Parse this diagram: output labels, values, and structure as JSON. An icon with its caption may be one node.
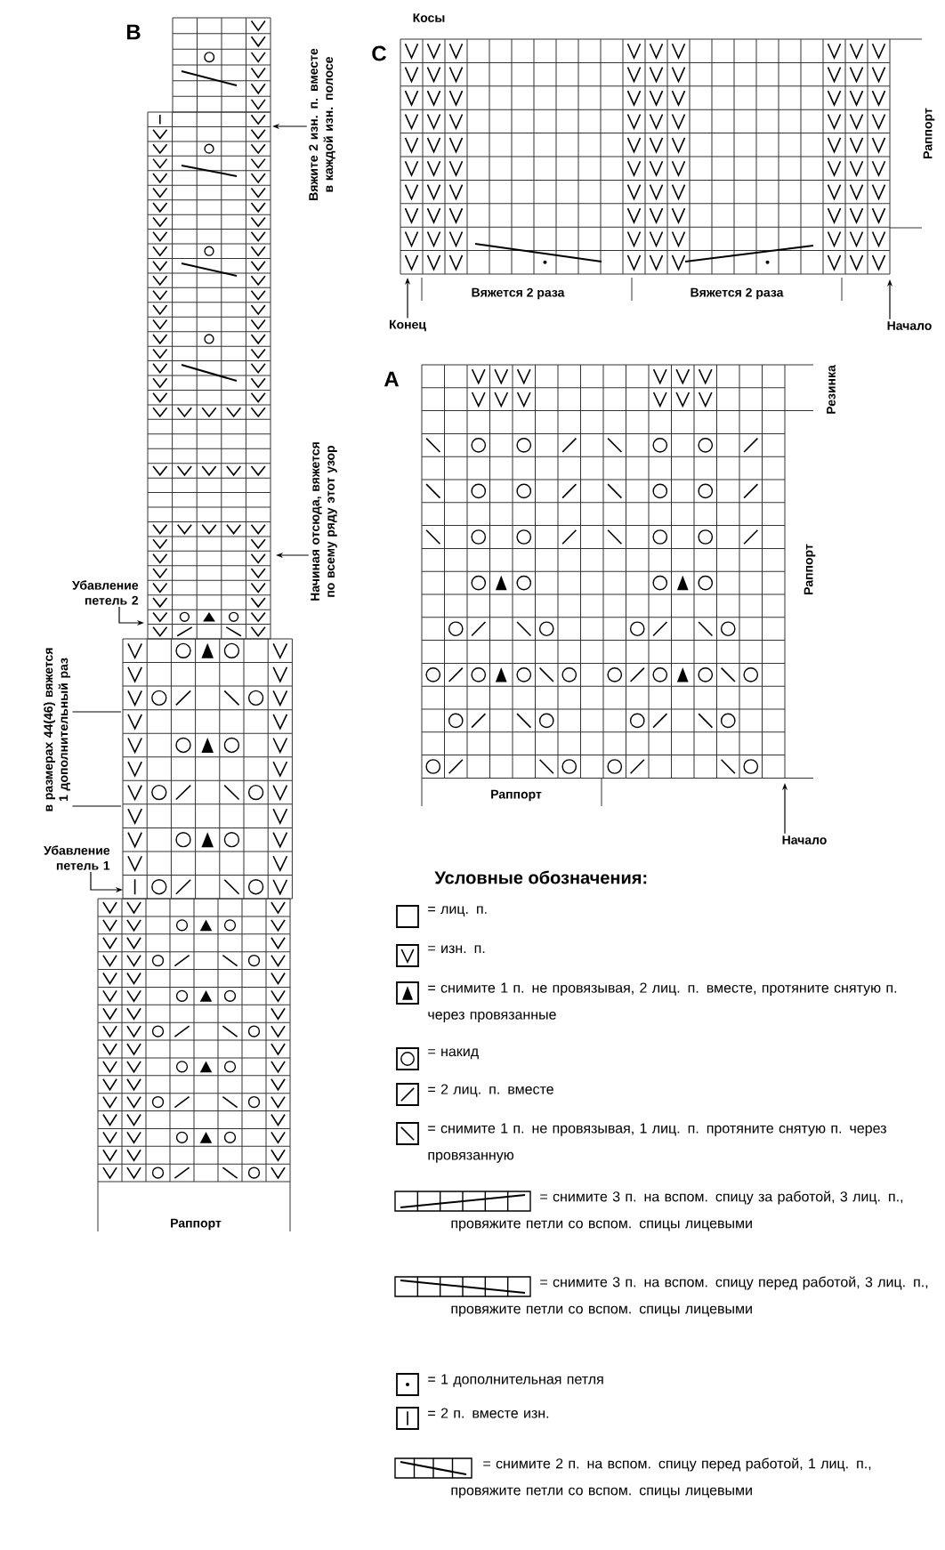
{
  "diagram": {
    "nodes": [
      {
        "text": [
          "Вяжите 2 изн. п. вместе в каждой изн. полосе"
        ]
      },
      {
        "text": [
          "Конец"
        ]
      },
      {
        "text": [
          "Начало"
        ]
      },
      {
        "text": [
          "Начиная отсюда, вяжется по всему ряду этот узор"
        ]
      },
      {
        "text": [
          "Убавление петель 2"
        ]
      },
      {
        "text": [
          "в размерах 44(46) вяжется 1 дополнительный раз"
        ]
      },
      {
        "text": [
          "Начало"
        ]
      },
      {
        "text": [
          "Убавление петель 1"
        ]
      }
    ],
    "edges": [
      {
        "from": 0,
        "to": null,
        "arrow": "to"
      },
      {
        "from": 1,
        "to": null,
        "arrow": "to"
      },
      {
        "from": 2,
        "to": null,
        "arrow": "to"
      },
      {
        "from": 3,
        "to": null,
        "arrow": "to"
      },
      {
        "from": 4,
        "to": null,
        "arrow": "to"
      },
      {
        "from": 5,
        "to": null,
        "arrow": "none"
      },
      {
        "from": 5,
        "to": null,
        "arrow": "none"
      },
      {
        "from": 6,
        "to": null,
        "arrow": "to"
      },
      {
        "from": 7,
        "to": null,
        "arrow": "to"
      }
    ],
    "labels": [
      "Косы",
      "B",
      "C",
      "Раппорт",
      "Вяжется 2 раза",
      "Вяжется 2 раза",
      "A",
      "Резинка",
      "Раппорт",
      "Раппорт",
      "Условные обозначения:",
      "Раппорт"
    ],
    "legend": [
      {
        "text": "= лиц. п."
      },
      {
        "text": "= изн. п."
      },
      {
        "text": "= снимите 1 п. не провязывая, 2 лиц. п. вместе, протяните снятую п. через провязанные"
      },
      {
        "text": "= накид"
      },
      {
        "text": "= 2 лиц. п. вместе"
      },
      {
        "text": "= снимите 1 п. не провязывая, 1 лиц. п. протяните снятую п. через провязанную"
      },
      {
        "text": "= снимите 3 п. на вспом. спицу за работой, 3 лиц. п., провяжите петли со вспом. спицы лицевыми"
      },
      {
        "text": "= снимите 3 п. на вспом. спицу перед работой, 3 лиц. п., провяжите петли со вспом. спицы лицевыми"
      },
      {
        "text": "= 1 дополнительная петля"
      },
      {
        "text": "= 2 п. вместе изн."
      },
      {
        "text": "= снимите 2 п. на вспом. спицу перед работой, 1 лиц. п., провяжите петли со вспом. спицы лицевыми"
      }
    ]
  }
}
